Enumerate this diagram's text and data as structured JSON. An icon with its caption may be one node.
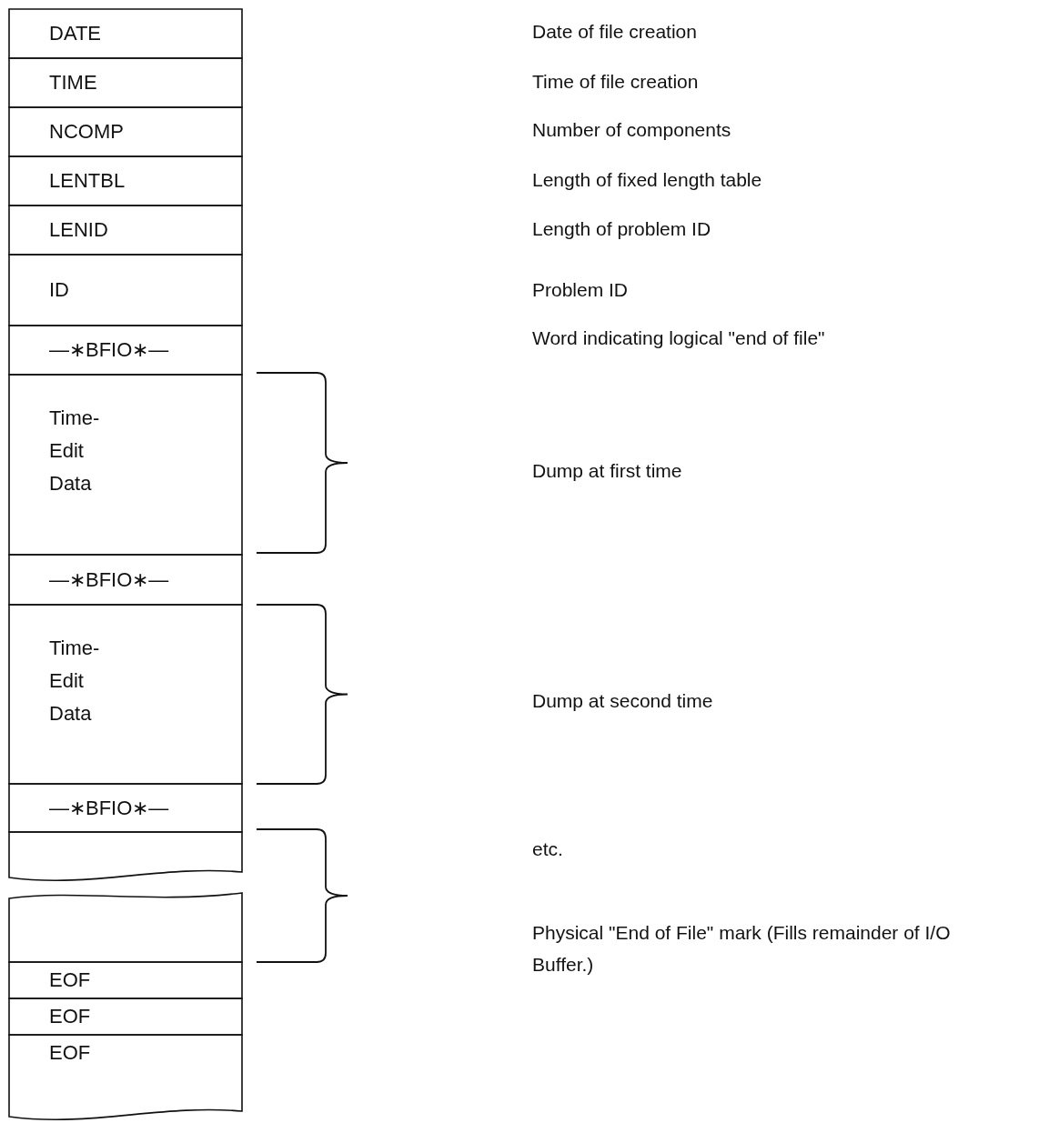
{
  "diagram": {
    "nodes": [
      {
        "text": [
          "DATE"
        ]
      },
      {
        "text": [
          "TIME"
        ]
      },
      {
        "text": [
          "NCOMP"
        ]
      },
      {
        "text": [
          "LENTBL"
        ]
      },
      {
        "text": [
          "LENID"
        ]
      },
      {
        "text": [
          "ID"
        ]
      },
      {
        "text": [
          "—∗BFIO∗—"
        ]
      },
      {
        "text": [
          "Time- Edit Data"
        ]
      },
      {
        "text": [
          "—∗BFIO∗—"
        ]
      },
      {
        "text": [
          "Time- Edit Data"
        ]
      },
      {
        "text": [
          "—∗BFIO∗—"
        ]
      },
      {
        "text": [],
        "shape": "box"
      },
      {
        "text": [],
        "shape": "box"
      },
      {
        "text": [
          "EOF"
        ]
      },
      {
        "text": [
          "EOF"
        ]
      },
      {
        "text": [
          "EOF"
        ]
      }
    ],
    "labels": [
      "Date of file creation",
      "Time of file creation",
      "Number of components",
      "Length of fixed length table",
      "Length of problem ID",
      "Problem ID",
      "Word indicating logical \"end of file\"",
      "Dump at first time",
      "Dump at second time",
      "etc.",
      "Physical \"End of File\" mark (Fills remainder of I/O Buffer.)"
    ]
  }
}
